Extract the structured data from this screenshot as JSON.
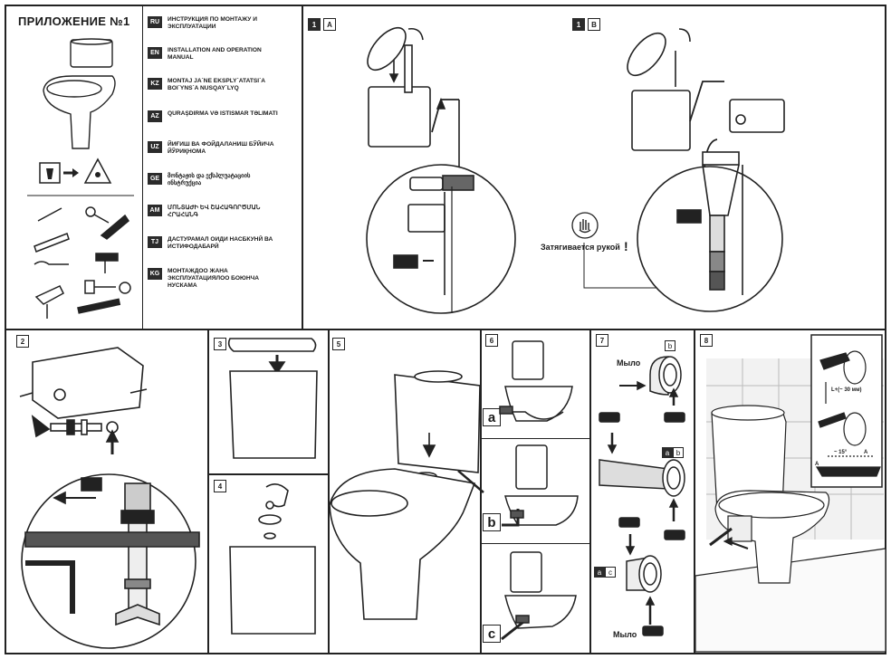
{
  "title": "ПРИЛОЖЕНИЕ №1",
  "languages": [
    {
      "code": "RU",
      "text": "ИНСТРУКЦИЯ ПО МОНТАЖУ И ЭКСПЛУАТАЦИИ"
    },
    {
      "code": "EN",
      "text": "INSTALLATION AND OPERATION MANUAL"
    },
    {
      "code": "KZ",
      "text": "MONTAJ JA`NE EKSPLY`ATATSI`A BOI`YNS`A NUSQAY`LYQ"
    },
    {
      "code": "AZ",
      "text": "QURAŞDIRMA VƏ ISTISMAR TƏLIMATI"
    },
    {
      "code": "UZ",
      "text": "ЙИҒИШ ВА ФОЙДАЛАНИШ БЎЙИЧА ЙЎРИҚНОМА"
    },
    {
      "code": "GE",
      "text": "მონტაჟის და ექსპლუატაციის ინსტრუქცია"
    },
    {
      "code": "AM",
      "text": "ՄՈՆՏԱԺԻ ԵՎ ՇԱՀԱԳՈՐԾՄԱՆ ՀՐԱՀԱՆԳ"
    },
    {
      "code": "TJ",
      "text": "ДАСТУРАМАЛ ОИДИ НАСБКУНӢ ВА ИСТИФОДАБАРӢ"
    },
    {
      "code": "KG",
      "text": "МОНТАЖДОО ЖАНА ЭКСПЛУАТАЦИЯЛОО БОЮНЧА НУСКАМА"
    }
  ],
  "steps": {
    "s1": "1",
    "s1a": "A",
    "s1b": "B",
    "s2": "2",
    "s3": "3",
    "s4": "4",
    "s5": "5",
    "s6": "6",
    "s7": "7",
    "s8": "8"
  },
  "labels": {
    "hand_tighten": "Затягивается рукой",
    "exclaim": "!",
    "soap_top": "Мыло",
    "soap_bottom": "Мыло",
    "letter_a": "a",
    "letter_b": "b",
    "letter_c": "c",
    "tag_b": "b",
    "tag_ab_a": "a",
    "tag_ab_b": "b",
    "tag_ac_a": "a",
    "tag_ac_c": "c",
    "dim_l": "L+(~ 30 мм)",
    "dim_angle": "~ 15°",
    "dim_a": "A",
    "dim_a2": "A"
  }
}
